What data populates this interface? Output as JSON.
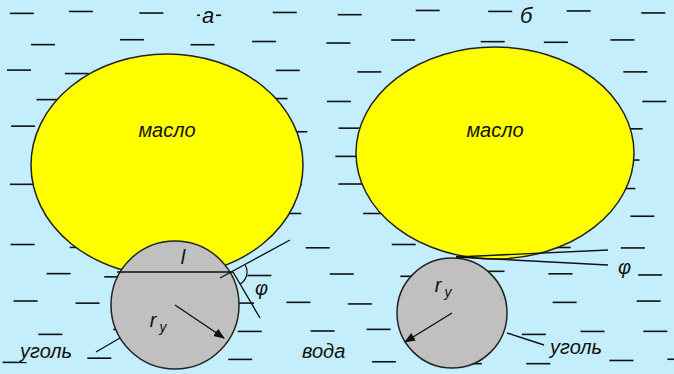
{
  "diagram": {
    "nodes": [
      {
        "text": [
          "масло"
        ]
      },
      {
        "text": [
          "l",
          "r",
          "у"
        ]
      },
      {
        "text": [
          "масло"
        ]
      },
      {
        "text": [
          "r",
          "у"
        ]
      }
    ],
    "labels": [
      "а",
      "б",
      "φ",
      "уголь",
      "вода",
      "φ",
      "уголь"
    ]
  }
}
